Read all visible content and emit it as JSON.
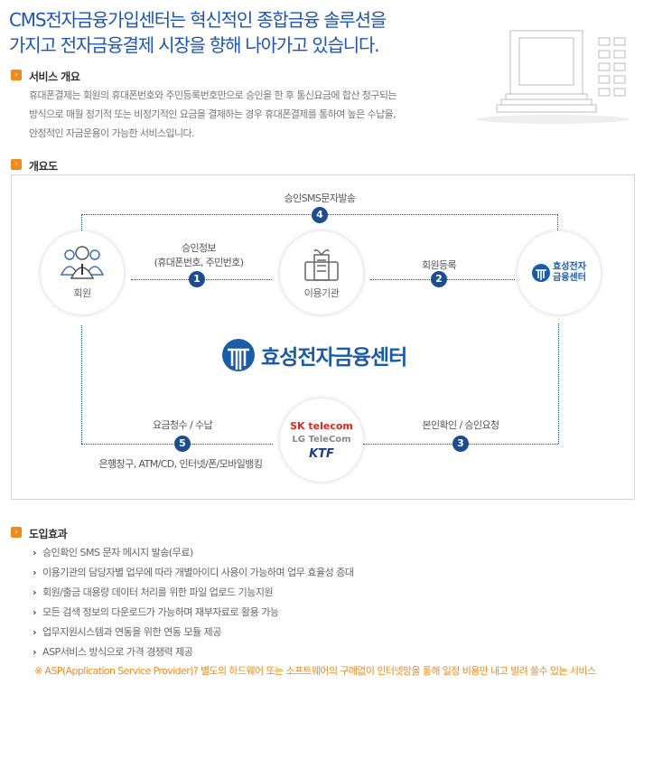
{
  "headline": {
    "line1": "CMS전자금융가입센터는 혁신적인 종합금융 솔루션을",
    "line2": "가지고 전자금융결제 시장을 향해 나아가고 있습니다."
  },
  "overview": {
    "title": "서비스 개요",
    "lines": [
      "휴대폰결제는 회원의 휴대폰번호와 주민등록번호만으로 승인을 한 후 통신요금에 합산 청구되는",
      "방식으로 매월 정기적 또는 비정기적인 요금을 결제하는 경우 휴대폰결제를 통하여 높은 수납율,",
      "안정적인 자금운용이 가능한 서비스입니다."
    ]
  },
  "diagram": {
    "title": "개요도",
    "nodes": {
      "member": "회원",
      "institution": "이용기관",
      "center_logo": [
        "효성전자",
        "금융센터"
      ],
      "telecoms": [
        "SK telecom",
        "LG TeleCom",
        "KTF"
      ]
    },
    "center_brand": "효성전자금융센터",
    "steps": [
      {
        "num": "1",
        "label": "승인정보",
        "sub": "(휴대폰번호, 주민번호)"
      },
      {
        "num": "2",
        "label": "회원등록"
      },
      {
        "num": "3",
        "label": "본인확인 / 승인요청"
      },
      {
        "num": "4",
        "label": "승인SMS문자발송"
      },
      {
        "num": "5",
        "label": "요금청수 / 수납",
        "sub": "은행창구, ATM/CD, 인터넷/폰/모바일뱅킹"
      }
    ]
  },
  "effects": {
    "title": "도입효과",
    "items": [
      "승인확인 SMS 문자 메시지 발송(무료)",
      "이용기관의 담당자별 업무에 따라 개별아이디 사용이 가능하며 업무 효율성 증대",
      "회원/출금 대용량 데이터 처리를 위한 파일 업로드 기능지원",
      "모든 검색 정보의 다운로드가 가능하며 재부자료로 활용 가능",
      "업무지원시스템과 연동을 위한 연동 모듈 제공",
      "ASP서비스 방식으로 가격 경쟁력 제공"
    ],
    "note": "※ ASP(Application Service Provider)? 별도의 하드웨어 또는 소프트웨어의 구매없이 인터넷망을 통해 일정 비용만 내고 빌려 쓸수 있는 서비스"
  },
  "colors": {
    "brand": "#1b4e8f",
    "accent": "#f08a1c",
    "headline": "#1c55b5"
  }
}
